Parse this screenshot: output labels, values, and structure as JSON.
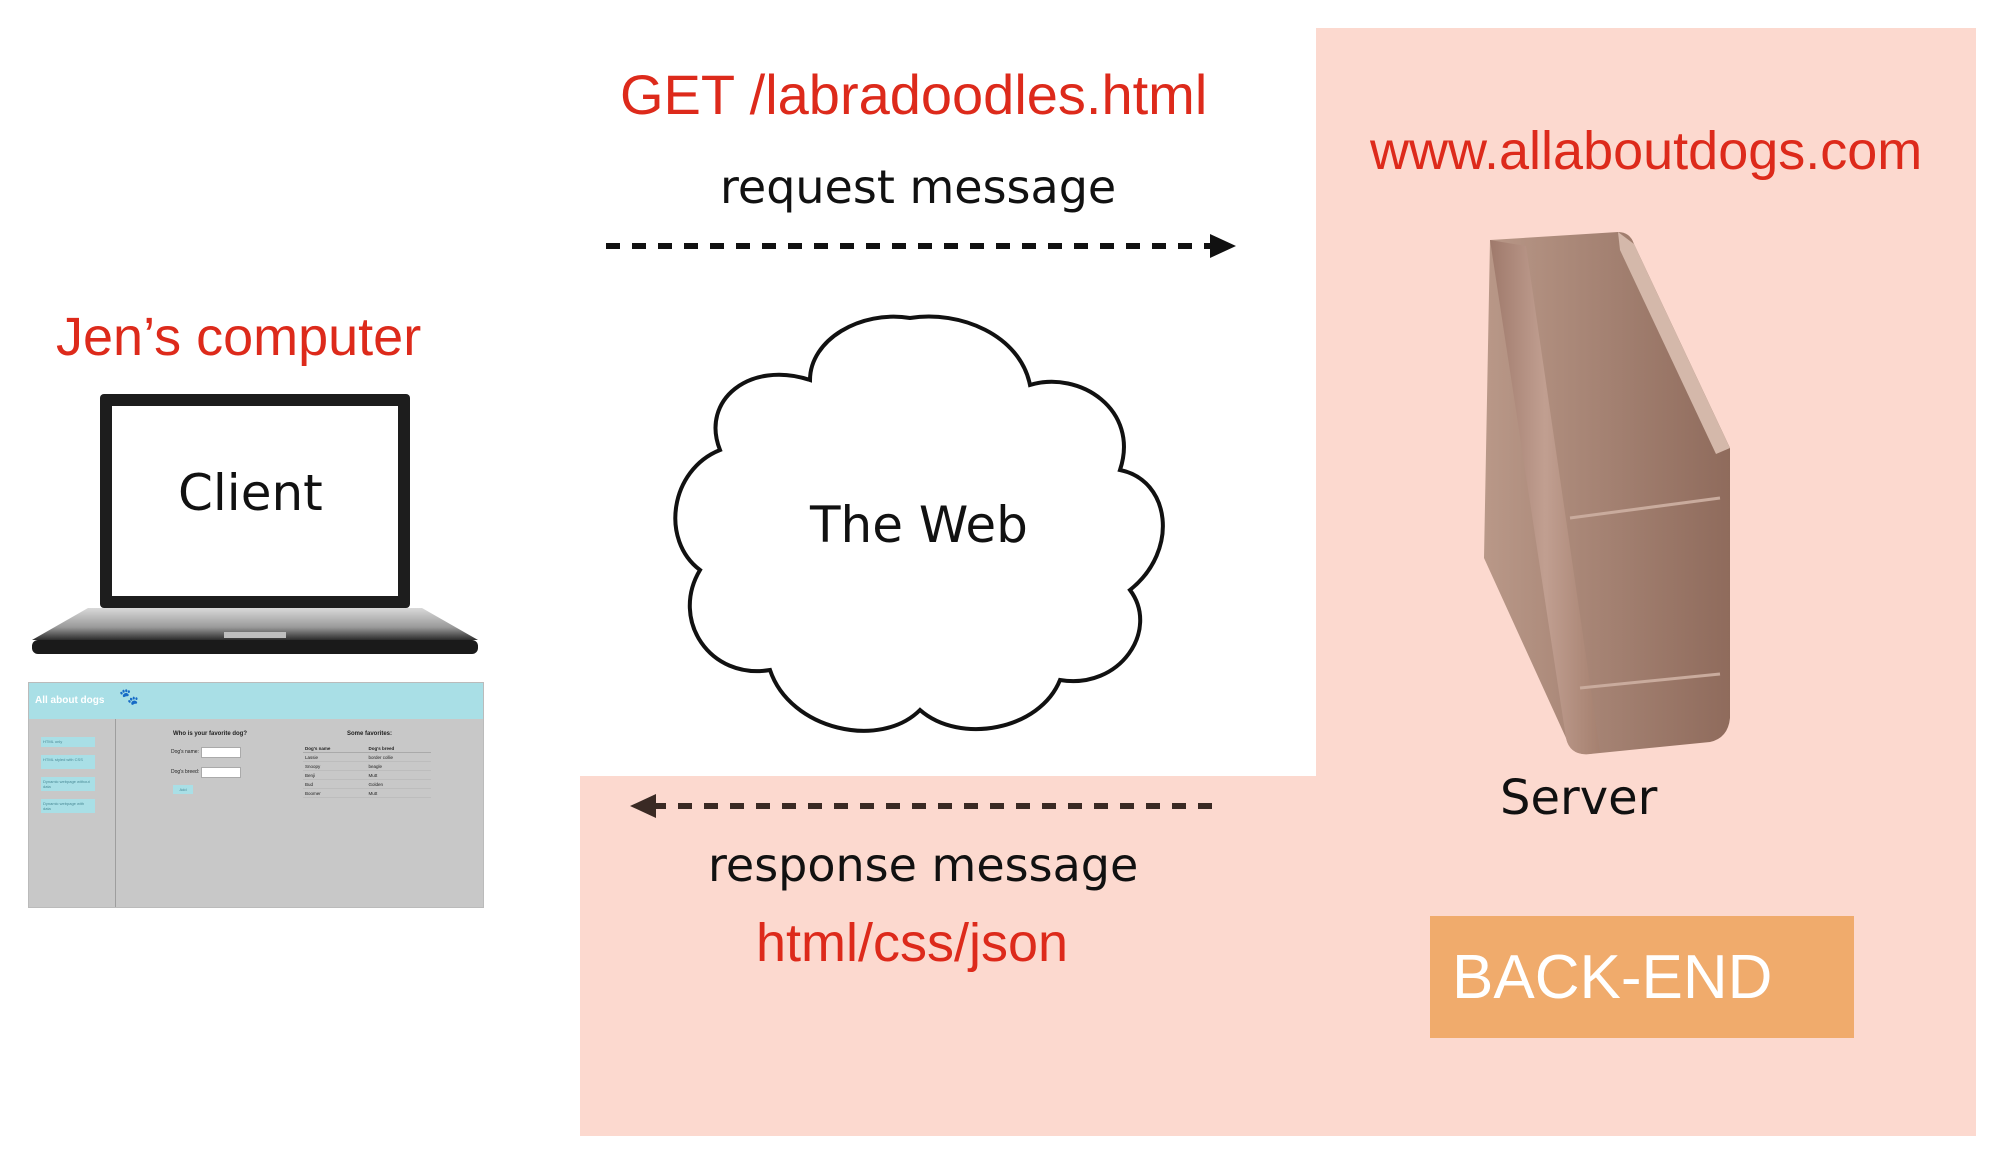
{
  "request": {
    "url": "GET /labradoodles.html",
    "label": "request message"
  },
  "response": {
    "label": "response message",
    "formats": "html/css/json"
  },
  "client": {
    "title": "Jen’s computer",
    "label": "Client"
  },
  "network": {
    "label": "The Web"
  },
  "server": {
    "domain": "www.allaboutdogs.com",
    "label": "Server",
    "badge": "BACK-END"
  },
  "mini_page": {
    "site_title": "All about dogs",
    "nav": [
      "HTML only",
      "HTML styled with CSS",
      "Dynamic webpage without data",
      "Dynamic webpage with data"
    ],
    "question": "Who is your favorite dog?",
    "name_label": "Dog's name:",
    "breed_label": "Dog's breed:",
    "add_label": "Add",
    "favorites_title": "Some favorites:",
    "columns": [
      "Dog's name",
      "Dog's breed"
    ],
    "rows": [
      [
        "Lassie",
        "border collie"
      ],
      [
        "Snoopy",
        "beagle"
      ],
      [
        "Benji",
        "Mutt"
      ],
      [
        "Bud",
        "Golden"
      ],
      [
        "Boomer",
        "Mutt"
      ]
    ]
  },
  "colors": {
    "accent_red": "#dd2a1b",
    "backend_fill": "#fcd9cf",
    "badge_fill": "#f0ab6c",
    "server_body": "#b08b7c"
  }
}
